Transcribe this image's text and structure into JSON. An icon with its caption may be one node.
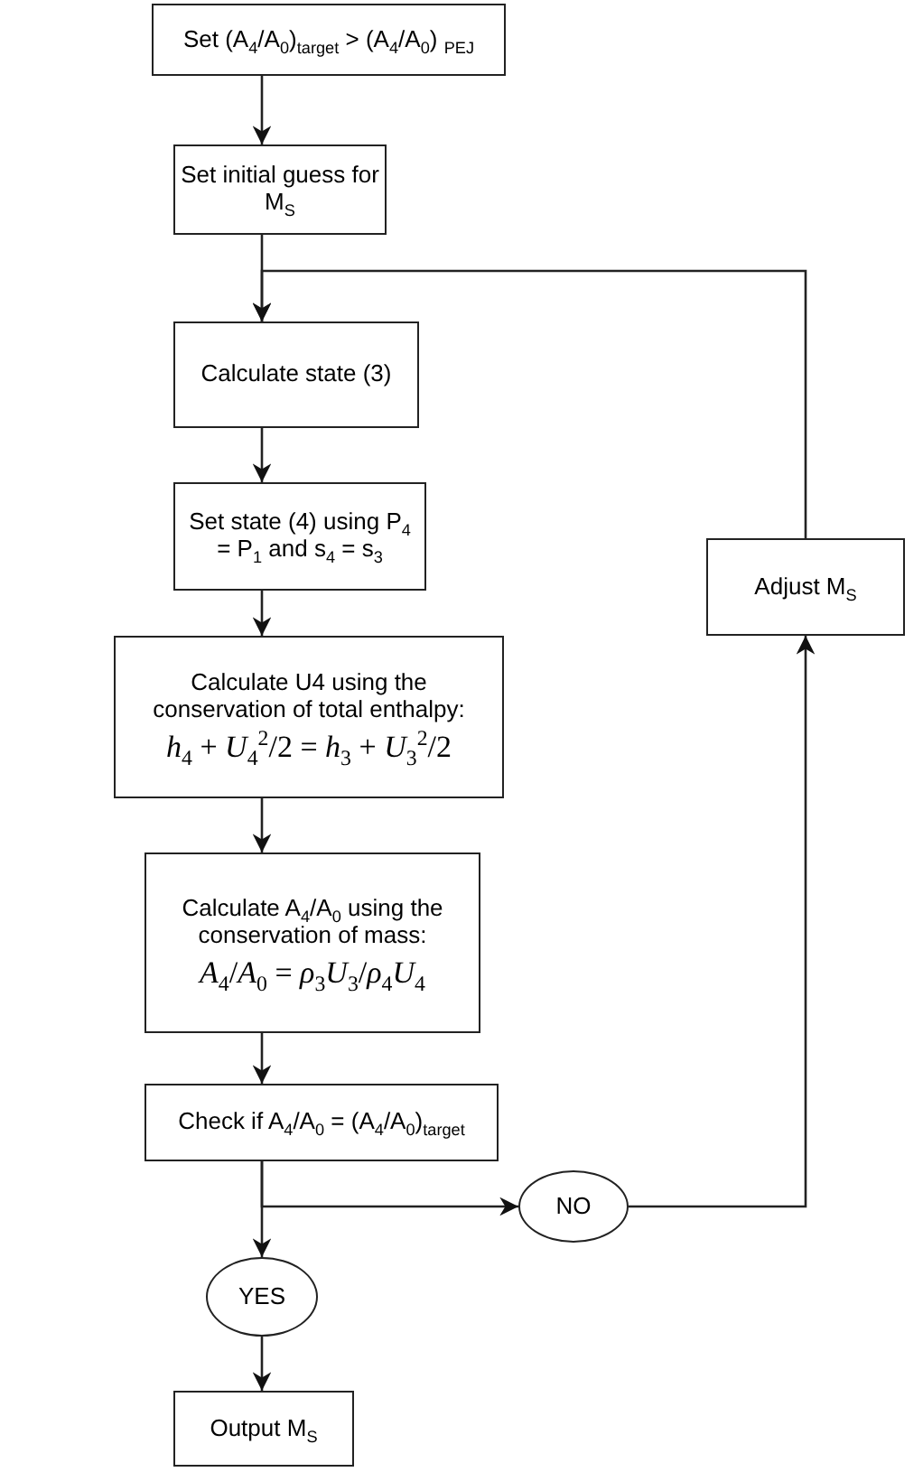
{
  "diagram": {
    "nodes": [
      {
        "text": [
          "Set (A$_{4}$/A$_{0}$)$_{target}$ > (A$_{4}$/A$_{0}$) $_{PEJ}$"
        ]
      },
      {
        "text": [
          "Set initial guess for M$_{S}$"
        ]
      },
      {
        "text": [
          "Calculate state (3)"
        ]
      },
      {
        "text": [
          "Set state (4) using P$_{4}$ = P$_{1}$ and s$_{4}$ = s$_{3}$"
        ]
      },
      {
        "text": [
          "Calculate U4 using the conservation of total enthalpy:",
          "*h*$_{4}$ + *U*$_{4}$$^{2}$/2 = *h*$_{3}$ + *U*$_{3}$$^{2}$/2"
        ]
      },
      {
        "text": [
          "Calculate A$_{4}$/A$_{0}$ using the conservation of mass:",
          "*A*$_{4}$/*A*$_{0}$ = *ρ*$_{3}$*U*$_{3}$/*ρ*$_{4}$*U*$_{4}$"
        ]
      },
      {
        "text": [
          "Check if A$_{4}$/A$_{0}$ = (A$_{4}$/A$_{0}$)$_{target}$"
        ]
      },
      {
        "text": [
          "NO"
        ]
      },
      {
        "text": [
          "YES"
        ]
      },
      {
        "text": [
          "Output M$_{S}$"
        ]
      },
      {
        "text": [
          "Adjust M$_{S}$"
        ]
      }
    ],
    "edges": [
      {
        "from": 0,
        "to": 1,
        "arrow": "to"
      },
      {
        "from": 1,
        "to": 2,
        "arrow": "to"
      },
      {
        "from": 2,
        "to": 3,
        "arrow": "to"
      },
      {
        "from": 3,
        "to": 4,
        "arrow": "to"
      },
      {
        "from": 4,
        "to": 5,
        "arrow": "to"
      },
      {
        "from": 5,
        "to": 6,
        "arrow": "to"
      },
      {
        "from": 6,
        "to": 7,
        "arrow": "to"
      },
      {
        "from": 6,
        "to": 8,
        "arrow": "to"
      },
      {
        "from": 8,
        "to": 9,
        "arrow": "to"
      },
      {
        "from": 7,
        "to": 10,
        "arrow": "to"
      },
      {
        "from": 10,
        "to": 2,
        "arrow": "to"
      }
    ]
  }
}
